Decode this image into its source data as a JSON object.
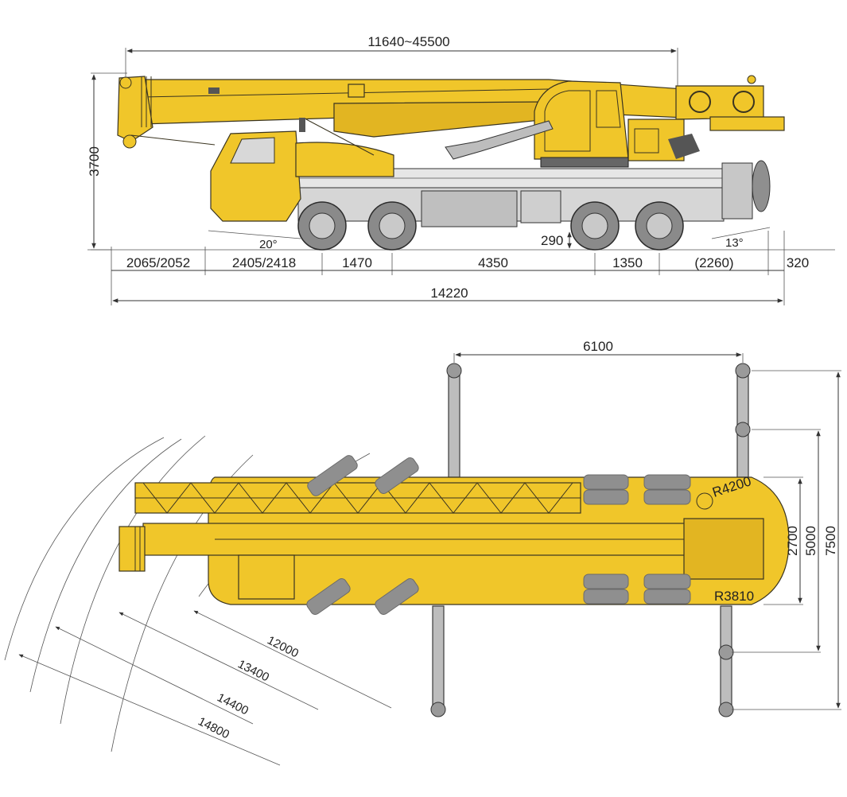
{
  "colors": {
    "crane_yellow": "#F0C62A",
    "crane_yellow_dark": "#D9AE1A",
    "outline": "#3a3420",
    "tire_gray": "#8f8f8f",
    "dimension_line": "#333333"
  },
  "side_view": {
    "boom_length_range": "11640~45500",
    "overall_height": "3700",
    "approach_angle": "20°",
    "departure_angle": "13°",
    "ground_clearance": "290",
    "segments": [
      "2065/2052",
      "2405/2418",
      "1470",
      "4350",
      "1350",
      "(2260)",
      "320"
    ],
    "overall_length": "14220"
  },
  "top_view": {
    "outrigger_longitudinal_span": "6100",
    "body_width": "2700",
    "outrigger_width_mid": "5000",
    "outrigger_width_full": "7500",
    "tail_radius_1": "R4200",
    "tail_radius_2": "R3810",
    "turning_radii": [
      "12000",
      "13400",
      "14400",
      "14800"
    ]
  }
}
